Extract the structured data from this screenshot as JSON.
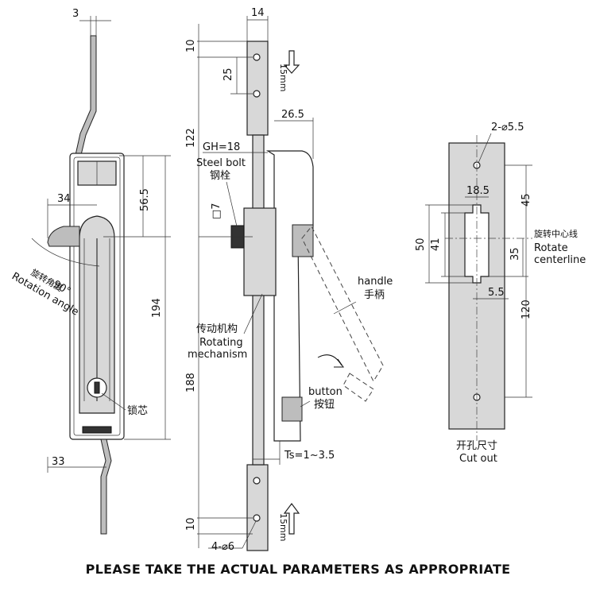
{
  "dimensions": {
    "top_thickness": "3",
    "plate_width": "14",
    "top_margin": "10",
    "hole_spacing": "25",
    "upper_length": "122",
    "depth": "26.5",
    "gh": "GH=18",
    "square": "□7",
    "handle_offset": "34",
    "handle_height": "56.5",
    "body_length": "194",
    "lower_length": "188",
    "bottom_margin": "10",
    "bottom_width": "33",
    "holes": "4-⌀6",
    "ts": "Ts=1~3.5",
    "angle": "90°"
  },
  "labels": {
    "steel_bolt_en": "Steel bolt",
    "steel_bolt_cn": "钢栓",
    "rotation_angle_cn": "旋转角度",
    "rotation_angle_en": "Rotation angle",
    "lock_core_cn": "锁芯",
    "mechanism_cn": "传动机构",
    "mechanism_en_1": "Rotating",
    "mechanism_en_2": "mechanism",
    "handle_en": "handle",
    "handle_cn": "手柄",
    "button_en": "button",
    "button_cn": "按钮",
    "travel_top": "15mm",
    "travel_bottom": "15mm"
  },
  "cutout": {
    "holes": "2-⌀5.5",
    "width": "18.5",
    "top": "45",
    "overall": "50",
    "opening": "41",
    "center_offset": "35",
    "slot": "5.5",
    "bottom": "120",
    "center_cn": "旋转中心线",
    "center_en_1": "Rotate",
    "center_en_2": "centerline",
    "title_cn": "开孔尺寸",
    "title_en": "Cut out"
  },
  "footer": {
    "note": "PLEASE TAKE THE ACTUAL PARAMETERS AS APPROPRIATE"
  }
}
